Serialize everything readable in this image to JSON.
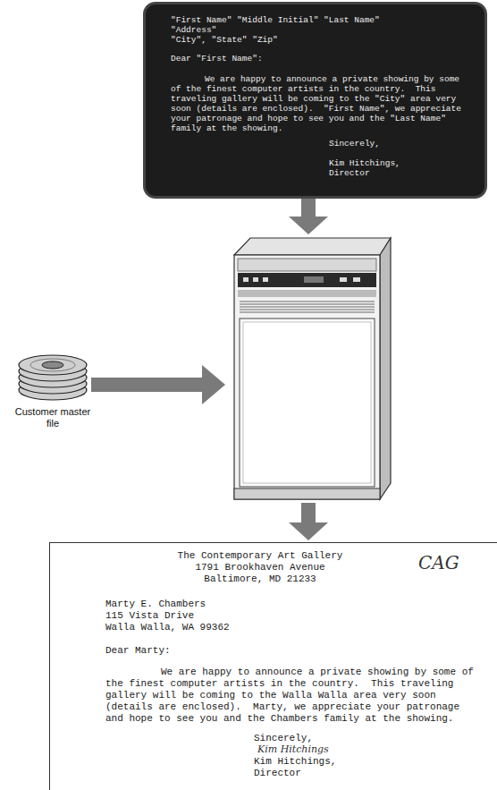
{
  "diagram": {
    "nodes": [
      {
        "text": [
          "\"First Name\" \"Middle Initial\" \"Last Name\"",
          "\"Address\"",
          "\"City\", \"State\" \"Zip\"",
          "Dear \"First Name\":",
          "We are happy to announce a private showing by some of the finest computer artists in the country.  This traveling gallery will be coming to the \"City\" area very soon (details are enclosed).  \"First Name\", we appreciate your patronage and hope to see you and the \"Last Name\" family at the showing.",
          "Sincerely,",
          "Kim Hitchings,",
          "Director"
        ]
      },
      {
        "text": [
          "Customer master file"
        ]
      },
      {
        "text": [
          "The Contemporary Art Gallery",
          "1791 Brookhaven Avenue",
          "Baltimore, MD 21233",
          "CAG",
          "Marty E. Chambers",
          "115 Vista Drive",
          "Walla Walla, WA 99362",
          "Dear Marty:",
          "We are happy to announce a private showing by some of the finest computer artists in the country.  This traveling gallery will be coming to the Walla Walla area very soon (details are enclosed).  Marty, we appreciate your patronage and hope to see you and the Chambers family at the showing.",
          "Sincerely,",
          "Kim Hitchings",
          "Kim Hitchings,",
          "Director"
        ]
      }
    ]
  }
}
